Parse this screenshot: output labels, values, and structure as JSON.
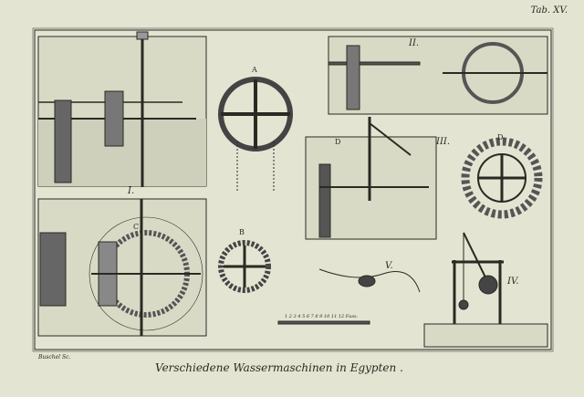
{
  "plate_number": "Tab. XV.",
  "title": "Verschiedene Wassermaschinen in Egypten .",
  "engraver_signature": "Buschel Sc.",
  "scale_label": "1 2 3 4 5 6 7 8 9 10 11 12 Fuss.",
  "figure_labels": {
    "I": "I.",
    "II": "II.",
    "III": "III.",
    "IV": "IV.",
    "V": "V."
  },
  "part_labels": {
    "A": "A",
    "B": "B",
    "C": "C",
    "D": "D"
  },
  "colors": {
    "paper": "#e3e4d2",
    "ink": "#2a2a22"
  }
}
